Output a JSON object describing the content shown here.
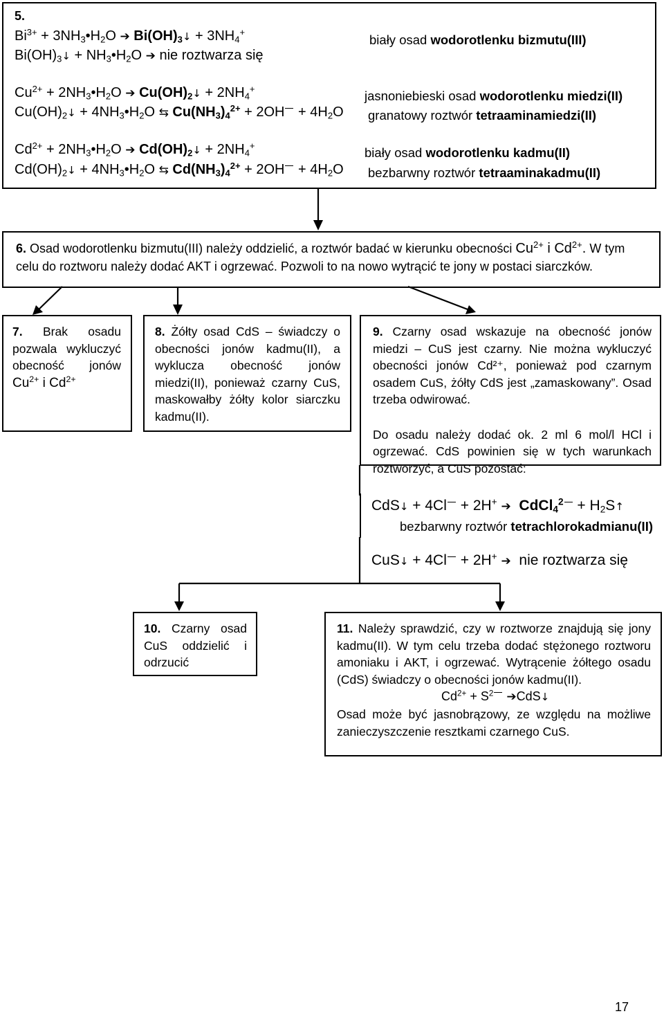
{
  "step5": {
    "num": "5.",
    "eq1": {
      "left": "Bi³⁺ + 3NH₃•H₂O ➔ Bi(OH)₃↓ + 3NH₄⁺",
      "right_plain": "biały osad ",
      "right_bold": "wodorotlenku bizmutu(III)"
    },
    "eq2": {
      "left": "Bi(OH)₃↓ + NH₃•H₂O ➔ nie roztwarza się"
    },
    "eq3": {
      "left": "Cu²⁺ + 2NH₃•H₂O ➔ Cu(OH)₂↓ + 2NH₄⁺",
      "right_plain": "jasnoniebieski osad ",
      "right_bold": "wodorotlenku miedzi(II)"
    },
    "eq4": {
      "left": "Cu(OH)₂↓ + 4NH₃•H₂O ⇆ Cu(NH₃)₄²⁺ + 2OH⁻ + 4H₂O",
      "right_plain": "granatowy roztwór ",
      "right_bold": "tetraaminamiedzi(II)"
    },
    "eq5": {
      "left": "Cd²⁺ + 2NH₃•H₂O ➔ Cd(OH)₂↓ + 2NH₄⁺",
      "right_plain": "biały osad ",
      "right_bold": "wodorotlenku kadmu(II)"
    },
    "eq6": {
      "left": "Cd(OH)₂↓ + 4NH₃•H₂O ⇆ Cd(NH₃)₄²⁺ + 2OH⁻ + 4H₂O",
      "right_plain": "bezbarwny roztwór ",
      "right_bold": "tetraaminakadmu(II)"
    }
  },
  "step6": {
    "num": "6.",
    "text1": "Osad wodorotlenku bizmutu(III) należy oddzielić, a roztwór badać w kierunku obecności",
    "ions": "Cu²⁺ i Cd²⁺.",
    "text2": "W tym celu do roztworu należy dodać AKT i ogrzewać. Pozwoli to na nowo wytrącić te jony w postaci siarczków."
  },
  "step7": {
    "num": "7.",
    "text": "Brak osadu pozwala wykluczyć obecność jonów",
    "ions": "Cu²⁺ i Cd²⁺"
  },
  "step8": {
    "num": "8.",
    "text": "Żółty osad CdS – świadczy o obecności jonów kadmu(II), a wyklucza obecność jonów miedzi(II), ponieważ czarny CuS, maskowałby żółty kolor siarczku kadmu(II)."
  },
  "step9": {
    "num": "9.",
    "text1": "Czarny osad wskazuje na obecność jonów miedzi – CuS jest czarny. Nie można wykluczyć obecności jonów Cd²⁺, ponieważ pod czarnym osadem CuS, żółty CdS jest „zamaskowany”. Osad trzeba odwirować.",
    "text2": "Do osadu należy dodać ok. 2 ml 6 mol/l HCl i ogrzewać. CdS powinien się w tych warunkach roztworzyć, a CuS pozostać:",
    "eq1": "CdS↓ + 4Cl⁻ + 2H⁺ ➔ CdCl₄²⁻ + H₂S↑",
    "eq1_note_plain": "bezbarwny roztwór ",
    "eq1_note_bold": "tetrachlorokadmianu(II)",
    "eq2": "CuS↓ + 4Cl⁻ + 2H⁺ ➔ nie roztwarza się"
  },
  "step10": {
    "num": "10.",
    "text": "Czarny osad CuS oddzielić i odrzucić"
  },
  "step11": {
    "num": "11.",
    "text1": "Należy sprawdzić, czy w roztworze znajdują się jony kadmu(II). W tym celu trzeba dodać stężonego roztworu amoniaku i AKT, i ogrzewać. Wytrącenie żółtego osadu (CdS) świadczy o obecności jonów kadmu(II).",
    "eq": "Cd²⁺ + S²⁻ ➔ CdS↓",
    "text2": "Osad może być jasnobrązowy, ze względu na możliwe zanieczyszczenie resztkami czarnego CuS."
  },
  "page_number": "17"
}
